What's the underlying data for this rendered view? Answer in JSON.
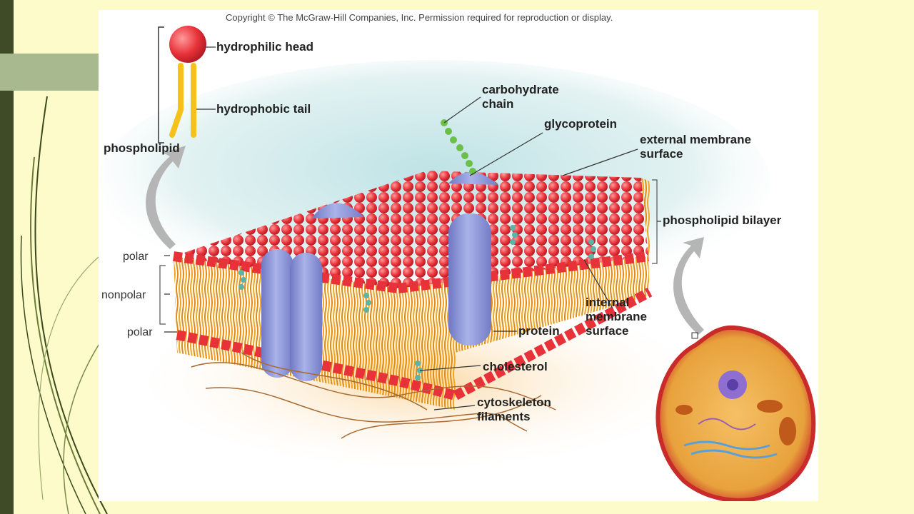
{
  "copyright": "Copyright © The McGraw-Hill Companies, Inc. Permission required for reproduction or display.",
  "labels": {
    "hydrophilic_head": "hydrophilic head",
    "hydrophobic_tail": "hydrophobic tail",
    "phospholipid": "phospholipid",
    "carbohydrate_chain": "carbohydrate\nchain",
    "glycoprotein": "glycoprotein",
    "external_surface": "external membrane\nsurface",
    "phospholipid_bilayer": "phospholipid bilayer",
    "internal_surface": "internal\nmembrane\nsurface",
    "protein": "protein",
    "cholesterol": "cholesterol",
    "cytoskeleton": "cytoskeleton\nfilaments",
    "polar_top": "polar",
    "nonpolar": "nonpolar",
    "polar_bottom": "polar"
  },
  "colors": {
    "head": "#e8323a",
    "tail": "#f2a51c",
    "protein": "#8e97d6",
    "cholesterol": "#5cb3a6",
    "background": "#fdfbc9",
    "side_strip": "#3f4a26",
    "side_tab": "#a9b98f"
  }
}
